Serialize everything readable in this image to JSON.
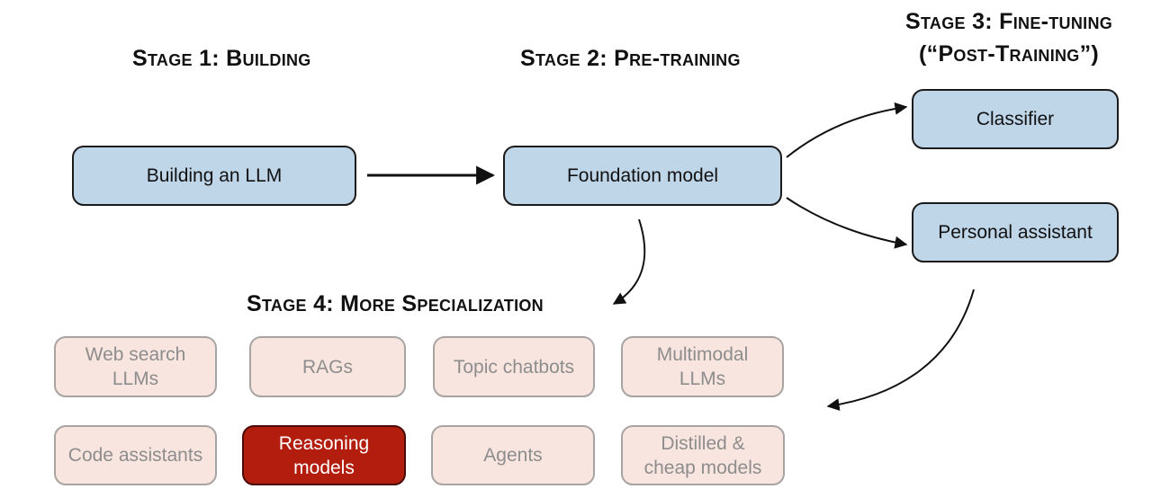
{
  "stages": {
    "stage1": "Stage 1: Building",
    "stage2": "Stage 2: Pre-training",
    "stage3_line1": "Stage 3: Fine-tuning",
    "stage3_line2": "(“Post-Training”)",
    "stage4": "Stage 4: More Specialization"
  },
  "pipeline": {
    "building": "Building an LLM",
    "foundation": "Foundation model",
    "classifier": "Classifier",
    "assistant": "Personal assistant"
  },
  "specializations": {
    "websearch": [
      "Web search",
      "LLMs"
    ],
    "rags": "RAGs",
    "topic": "Topic chatbots",
    "multimodal": [
      "Multimodal",
      "LLMs"
    ],
    "code": "Code assistants",
    "reasoning": [
      "Reasoning",
      "models"
    ],
    "agents": "Agents",
    "distilled": [
      "Distilled &",
      "cheap models"
    ]
  },
  "colors": {
    "pipeline_fill": "#bfd5e8",
    "specialization_fill": "#f9e5df",
    "highlight_fill": "#b31d0e",
    "arrow": "#111111"
  }
}
